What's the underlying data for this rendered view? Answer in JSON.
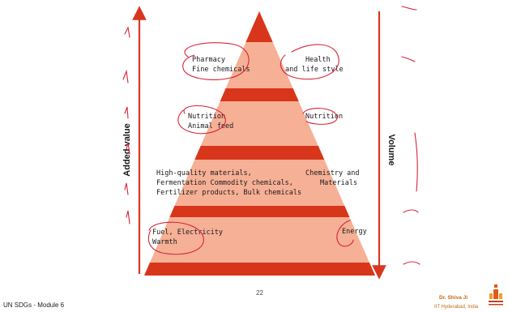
{
  "pyramid": {
    "left_axis_label": "Added value",
    "right_axis_label": "Volume",
    "tiers": [
      {
        "left_lines": [
          "Pharmacy",
          "Fine chemicals"
        ],
        "right_lines": [
          "Health",
          "and life style"
        ]
      },
      {
        "left_lines": [
          "Nutrition",
          "Animal feed"
        ],
        "right_lines": [
          "Nutrition"
        ]
      },
      {
        "left_lines": [
          "High-quality materials,",
          "Fermentation Commodity chemicals,",
          "Fertilizer products, Bulk chemicals"
        ],
        "right_lines": [
          "Chemistry and",
          "Materials"
        ]
      },
      {
        "left_lines": [
          "Fuel, Electricity",
          "Warmth"
        ],
        "right_lines": [
          "Energy"
        ]
      }
    ]
  },
  "footer": {
    "module": "UN SDGs - Module 6",
    "page_number": "22",
    "author": "Dr. Shiva Ji",
    "affiliation": "IIT Hyderabad, India"
  },
  "colors": {
    "band_dark": "#d7361b",
    "band_light": "#f6b096",
    "axis_arrow": "#d9361f",
    "annotation_ink": "#d8243a"
  }
}
